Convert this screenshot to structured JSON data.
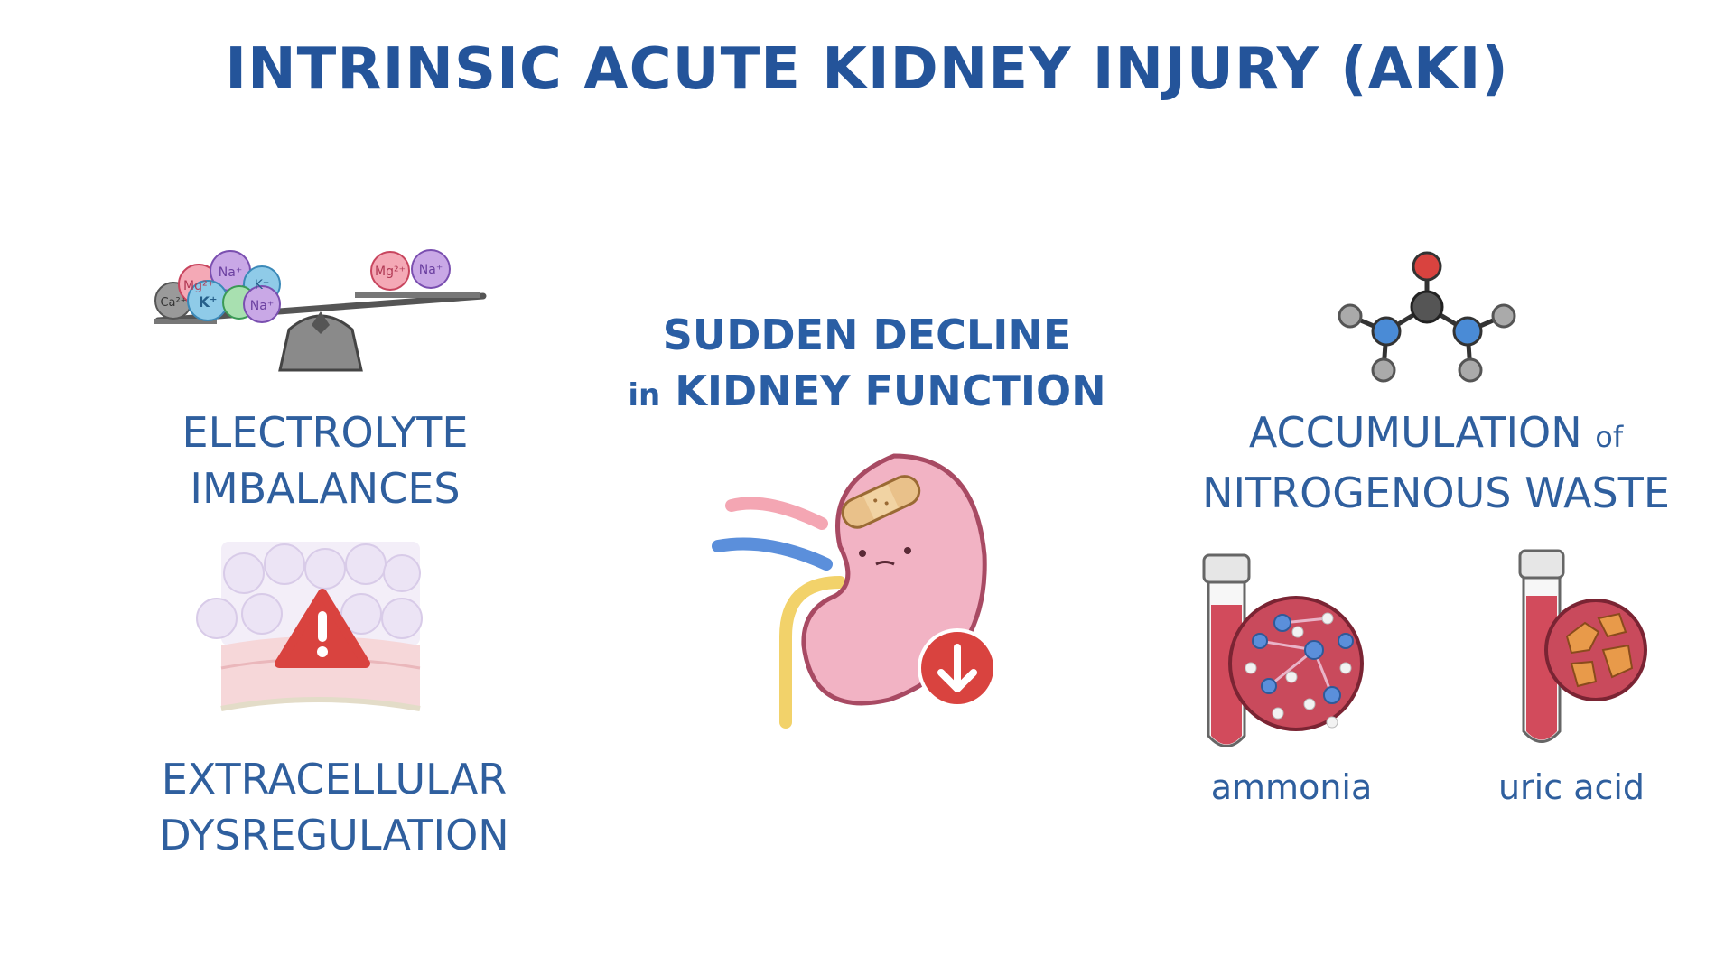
{
  "title": "INTRINSIC ACUTE KIDNEY INJURY (AKI)",
  "center": {
    "line1": "SUDDEN DECLINE",
    "line2_prefix": "in",
    "line2_main": "KIDNEY FUNCTION"
  },
  "left": {
    "electrolyte_line1": "ELECTROLYTE",
    "electrolyte_line2": "IMBALANCES",
    "extracellular_line1": "EXTRACELLULAR",
    "extracellular_line2": "DYSREGULATION",
    "ions_left": [
      "Mg²⁺",
      "Na⁺",
      "K⁺",
      "Ca²⁺",
      "K⁺",
      "Na⁺"
    ],
    "ions_right": [
      "Mg²⁺",
      "Na⁺"
    ]
  },
  "right": {
    "accum_line1": "ACCUMULATION",
    "accum_of": "of",
    "accum_line2": "NITROGENOUS WASTE",
    "ammonia": "ammonia",
    "uric_acid": "uric acid"
  },
  "colors": {
    "title": "#24549a",
    "text": "#2f5f9e",
    "kidney": "#f2b3c4",
    "alert": "#d9433f"
  }
}
